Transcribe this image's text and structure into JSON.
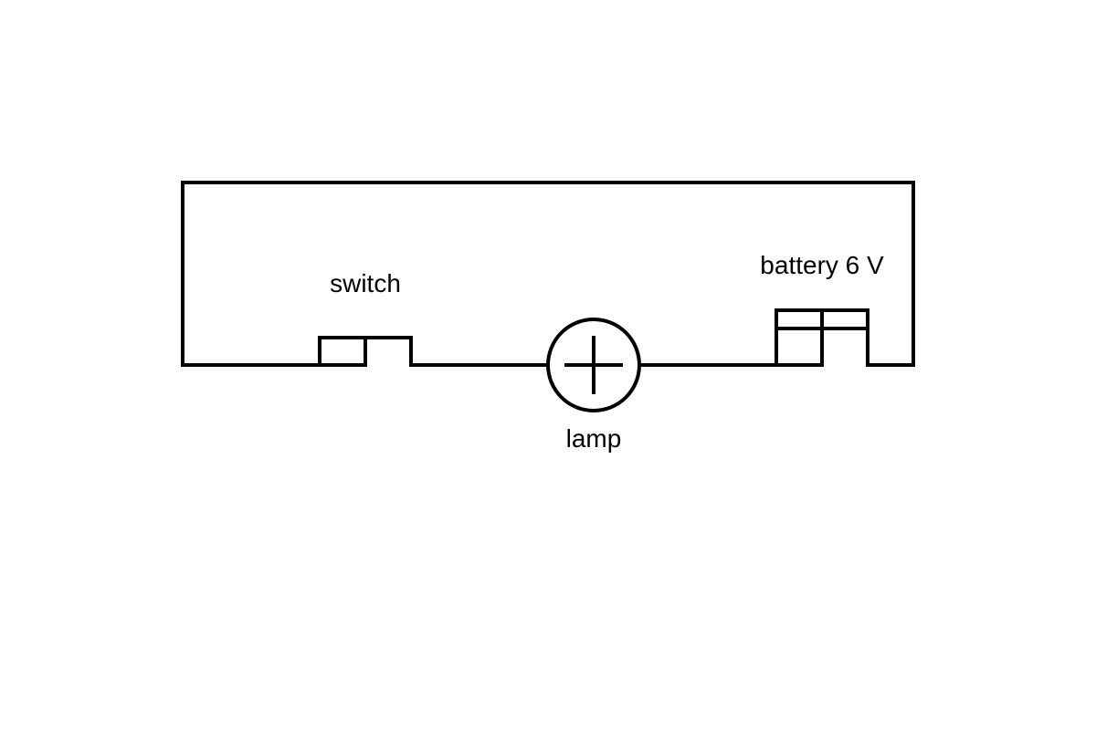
{
  "labels": {
    "switch": "switch",
    "lamp": "lamp",
    "battery": "battery 6 V"
  },
  "colors": {
    "stroke": "#000000",
    "background": "#ffffff"
  }
}
